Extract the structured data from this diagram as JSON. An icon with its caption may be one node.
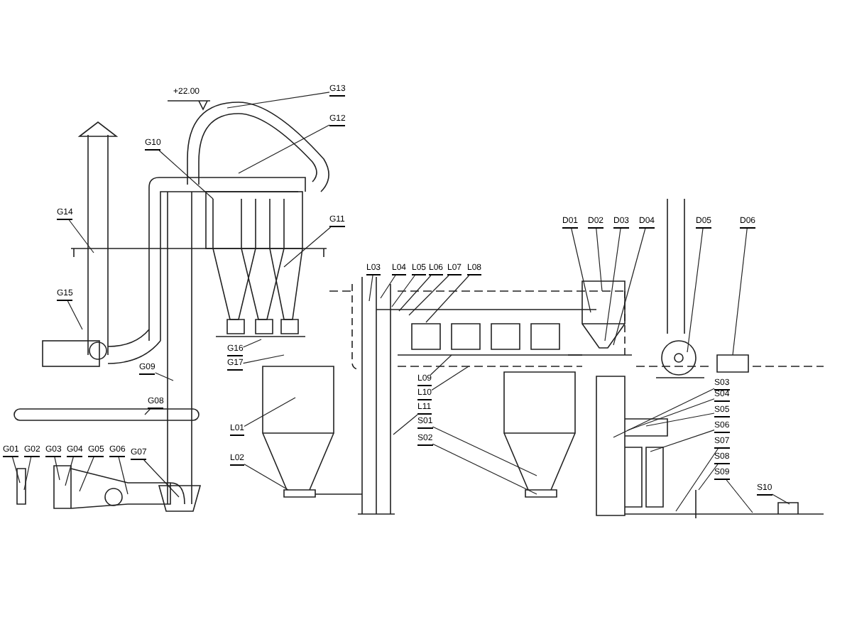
{
  "diagram": {
    "nodes": [
      {
        "text": [
          "G01"
        ]
      },
      {
        "text": [
          "G02"
        ]
      },
      {
        "text": [
          "G03"
        ]
      },
      {
        "text": [
          "G04"
        ]
      },
      {
        "text": [
          "G05"
        ]
      },
      {
        "text": [
          "G06"
        ]
      },
      {
        "text": [
          "G07"
        ]
      },
      {
        "text": [
          "G08"
        ]
      },
      {
        "text": [
          "G09"
        ]
      },
      {
        "text": [
          "G10"
        ]
      },
      {
        "text": [
          "G11"
        ]
      },
      {
        "text": [
          "G12"
        ]
      },
      {
        "text": [
          "G13"
        ]
      },
      {
        "text": [
          "G14"
        ]
      },
      {
        "text": [
          "G15"
        ]
      },
      {
        "text": [
          "G16"
        ]
      },
      {
        "text": [
          "G17"
        ]
      },
      {
        "text": [
          "L01"
        ]
      },
      {
        "text": [
          "L02"
        ]
      },
      {
        "text": [
          "L03"
        ]
      },
      {
        "text": [
          "L04"
        ]
      },
      {
        "text": [
          "L05"
        ]
      },
      {
        "text": [
          "L06"
        ]
      },
      {
        "text": [
          "L07"
        ]
      },
      {
        "text": [
          "L08"
        ]
      },
      {
        "text": [
          "L09"
        ]
      },
      {
        "text": [
          "L10"
        ]
      },
      {
        "text": [
          "L11"
        ]
      },
      {
        "text": [
          "S01"
        ]
      },
      {
        "text": [
          "S02"
        ]
      },
      {
        "text": [
          "D01"
        ]
      },
      {
        "text": [
          "D02"
        ]
      },
      {
        "text": [
          "D03"
        ]
      },
      {
        "text": [
          "D04"
        ]
      },
      {
        "text": [
          "D05"
        ]
      },
      {
        "text": [
          "D06"
        ]
      },
      {
        "text": [
          "S03"
        ]
      },
      {
        "text": [
          "S04"
        ]
      },
      {
        "text": [
          "S05"
        ]
      },
      {
        "text": [
          "S06"
        ]
      },
      {
        "text": [
          "S07"
        ]
      },
      {
        "text": [
          "S08"
        ]
      },
      {
        "text": [
          "S09"
        ]
      },
      {
        "text": [
          "S10"
        ]
      }
    ],
    "edges": [
      {
        "from": 0,
        "to": null,
        "arrow": "none"
      },
      {
        "from": 1,
        "to": null,
        "arrow": "none"
      },
      {
        "from": 2,
        "to": null,
        "arrow": "none"
      },
      {
        "from": 3,
        "to": null,
        "arrow": "none"
      },
      {
        "from": 4,
        "to": null,
        "arrow": "none"
      },
      {
        "from": 5,
        "to": null,
        "arrow": "none"
      },
      {
        "from": 6,
        "to": null,
        "arrow": "none"
      },
      {
        "from": 7,
        "to": null,
        "arrow": "none"
      },
      {
        "from": 8,
        "to": null,
        "arrow": "none"
      },
      {
        "from": 9,
        "to": null,
        "arrow": "none"
      },
      {
        "from": 10,
        "to": null,
        "arrow": "none"
      },
      {
        "from": 11,
        "to": null,
        "arrow": "none"
      },
      {
        "from": 12,
        "to": null,
        "arrow": "none"
      },
      {
        "from": 13,
        "to": null,
        "arrow": "none"
      },
      {
        "from": 14,
        "to": null,
        "arrow": "none"
      },
      {
        "from": 15,
        "to": null,
        "arrow": "none"
      },
      {
        "from": 16,
        "to": null,
        "arrow": "none"
      },
      {
        "from": 17,
        "to": null,
        "arrow": "none"
      },
      {
        "from": 18,
        "to": null,
        "arrow": "none"
      },
      {
        "from": 19,
        "to": null,
        "arrow": "none"
      },
      {
        "from": 20,
        "to": null,
        "arrow": "none"
      },
      {
        "from": 21,
        "to": null,
        "arrow": "none"
      },
      {
        "from": 22,
        "to": null,
        "arrow": "none"
      },
      {
        "from": 23,
        "to": null,
        "arrow": "none"
      },
      {
        "from": 24,
        "to": null,
        "arrow": "none"
      },
      {
        "from": 25,
        "to": null,
        "arrow": "none"
      },
      {
        "from": 26,
        "to": null,
        "arrow": "none"
      },
      {
        "from": 27,
        "to": null,
        "arrow": "none"
      },
      {
        "from": 28,
        "to": null,
        "arrow": "none"
      },
      {
        "from": 29,
        "to": null,
        "arrow": "none"
      },
      {
        "from": 30,
        "to": null,
        "arrow": "none"
      },
      {
        "from": 31,
        "to": null,
        "arrow": "none"
      },
      {
        "from": 32,
        "to": null,
        "arrow": "none"
      },
      {
        "from": 33,
        "to": null,
        "arrow": "none"
      },
      {
        "from": 34,
        "to": null,
        "arrow": "none"
      },
      {
        "from": 35,
        "to": null,
        "arrow": "none"
      },
      {
        "from": 36,
        "to": null,
        "arrow": "none"
      },
      {
        "from": 37,
        "to": null,
        "arrow": "none"
      },
      {
        "from": 38,
        "to": null,
        "arrow": "none"
      },
      {
        "from": 39,
        "to": null,
        "arrow": "none"
      },
      {
        "from": 40,
        "to": null,
        "arrow": "none"
      },
      {
        "from": 41,
        "to": null,
        "arrow": "none"
      },
      {
        "from": 42,
        "to": null,
        "arrow": "none"
      },
      {
        "from": 43,
        "to": null,
        "arrow": "none"
      }
    ],
    "labels": [
      "+22.00"
    ]
  }
}
